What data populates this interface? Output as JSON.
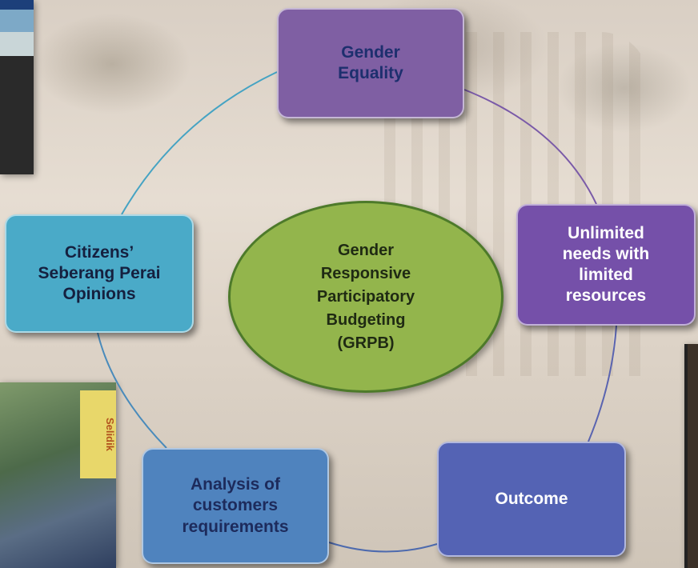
{
  "center": {
    "lines": [
      "Gender",
      "Responsive",
      "Participatory",
      "Budgeting",
      "(GRPB)"
    ]
  },
  "nodes": {
    "top": {
      "lines": [
        "Gender",
        "Equality"
      ]
    },
    "right": {
      "lines": [
        "Unlimited",
        "needs with",
        "limited",
        "resources"
      ]
    },
    "bottom_right": {
      "lines": [
        "Outcome"
      ]
    },
    "bottom_left": {
      "lines": [
        "Analysis of",
        "customers",
        "requirements"
      ]
    },
    "left": {
      "lines": [
        "Citizens’",
        "Seberang Perai",
        "Opinions"
      ]
    }
  },
  "photo_sign_text": "Selidik",
  "colors": {
    "gender_equality": "#7f5fa3",
    "unlimited_needs": "#7550a9",
    "outcome": "#5463b4",
    "analysis": "#4f83be",
    "opinions": "#4aaac8",
    "center": "#93b54c"
  }
}
